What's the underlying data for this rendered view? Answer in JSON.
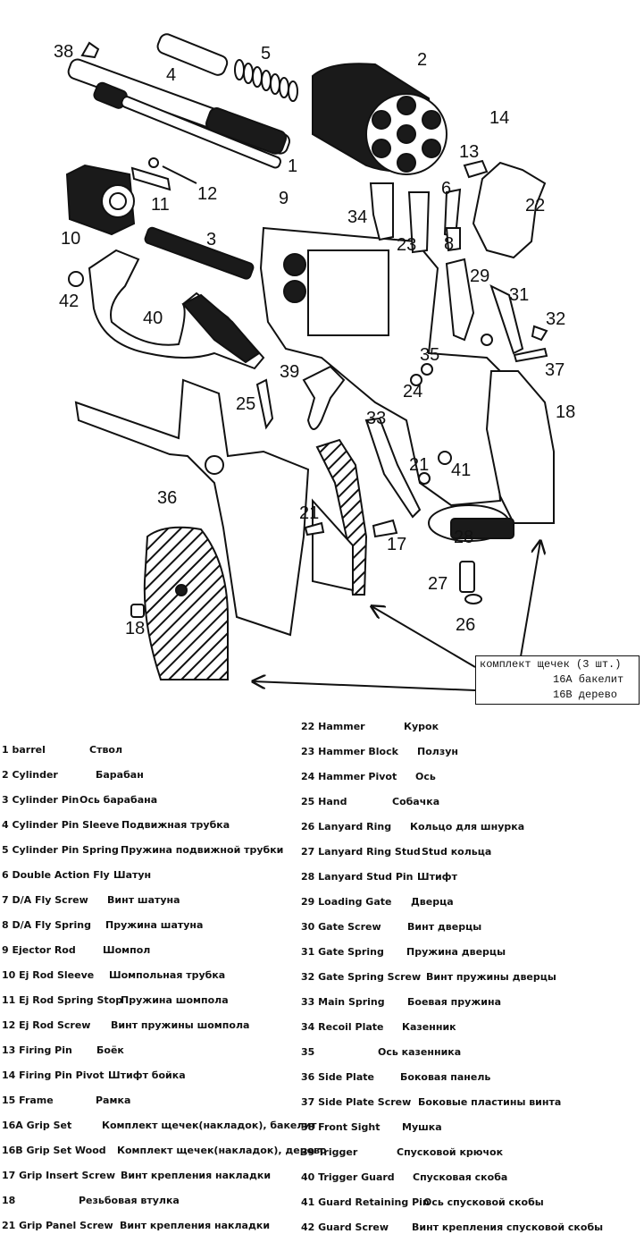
{
  "callouts": [
    "38",
    "4",
    "5",
    "2",
    "1",
    "14",
    "13",
    "6",
    "22",
    "34",
    "23",
    "8",
    "12",
    "11",
    "9",
    "10",
    "3",
    "29",
    "31",
    "32",
    "37",
    "42",
    "40",
    "35",
    "24",
    "39",
    "25",
    "18",
    "33",
    "21",
    "41",
    "36",
    "21",
    "17",
    "28",
    "27",
    "26",
    "18"
  ],
  "grip_set_box": {
    "line1": "комплект щечек (3 шт.)",
    "line2": "16A бакелит",
    "line3": "16B дерево"
  },
  "legend_left": [
    {
      "en": "1 barrel",
      "ru": "Ствол"
    },
    {
      "en": "2 Cylinder",
      "ru": "Барабан"
    },
    {
      "en": "3 Cylinder Pin",
      "ru": "Ось барабана"
    },
    {
      "en": "4 Cylinder Pin Sleeve",
      "ru": "Подвижная трубка"
    },
    {
      "en": "5 Cylinder Pin Spring",
      "ru": "Пружина подвижной трубки"
    },
    {
      "en": "6 Double Action Fly",
      "ru": "Шатун"
    },
    {
      "en": "7 D/A Fly Screw",
      "ru": "Винт шатуна"
    },
    {
      "en": "8 D/A Fly Spring",
      "ru": "Пружина шатуна"
    },
    {
      "en": "9 Ejector Rod",
      "ru": "Шомпол"
    },
    {
      "en": "10 Ej Rod Sleeve",
      "ru": "Шомпольная трубка"
    },
    {
      "en": "11 Ej Rod Spring Stop",
      "ru": "Пружина шомпола"
    },
    {
      "en": "12 Ej Rod Screw",
      "ru": "Винт пружины шомпола"
    },
    {
      "en": "13 Firing Pin",
      "ru": "Боёк"
    },
    {
      "en": "14 Firing Pin Pivot",
      "ru": "Штифт бойка"
    },
    {
      "en": "15 Frame",
      "ru": "Рамка"
    },
    {
      "en": "16A Grip Set",
      "ru": "Комплект щечек(накладок), бакелит"
    },
    {
      "en": "16B Grip Set Wood",
      "ru": "Комплект щечек(накладок), дерево"
    },
    {
      "en": "17 Grip Insert Screw",
      "ru": "Винт крепления накладки"
    },
    {
      "en": "18",
      "ru": "Резьбовая втулка"
    },
    {
      "en": "21 Grip Panel Screw",
      "ru": "Винт крепления накладки"
    }
  ],
  "legend_right": [
    {
      "en": "22 Hammer",
      "ru": "Курок"
    },
    {
      "en": "23 Hammer Block",
      "ru": "Ползун"
    },
    {
      "en": "24 Hammer Pivot",
      "ru": "Ось"
    },
    {
      "en": "25 Hand",
      "ru": "Собачка"
    },
    {
      "en": "26 Lanyard Ring",
      "ru": "Кольцо для шнурка"
    },
    {
      "en": "27 Lanyard Ring Stud",
      "ru": "Stud кольца"
    },
    {
      "en": "28 Lanyard Stud Pin",
      "ru": "Штифт"
    },
    {
      "en": "29 Loading Gate",
      "ru": "Дверца"
    },
    {
      "en": "30 Gate Screw",
      "ru": "Винт дверцы"
    },
    {
      "en": "31 Gate Spring",
      "ru": "Пружина дверцы"
    },
    {
      "en": "32 Gate Spring Screw",
      "ru": "Винт пружины дверцы"
    },
    {
      "en": "33 Main Spring",
      "ru": "Боевая пружина"
    },
    {
      "en": "34 Recoil Plate",
      "ru": "Казенник"
    },
    {
      "en": "35",
      "ru": "Ось казенника"
    },
    {
      "en": "36 Side Plate",
      "ru": "Боковая панель"
    },
    {
      "en": "37 Side Plate Screw",
      "ru": "Боковые пластины винта"
    },
    {
      "en": "38 Front Sight",
      "ru": "Мушка"
    },
    {
      "en": "39 Trigger",
      "ru": "Спусковой крючок"
    },
    {
      "en": "40 Trigger Guard",
      "ru": "Спусковая скоба"
    },
    {
      "en": "41 Guard Retaining Pin",
      "ru": "Ось спусковой скобы"
    },
    {
      "en": "42 Guard Screw",
      "ru": "Винт крепления спусковой скобы"
    }
  ]
}
